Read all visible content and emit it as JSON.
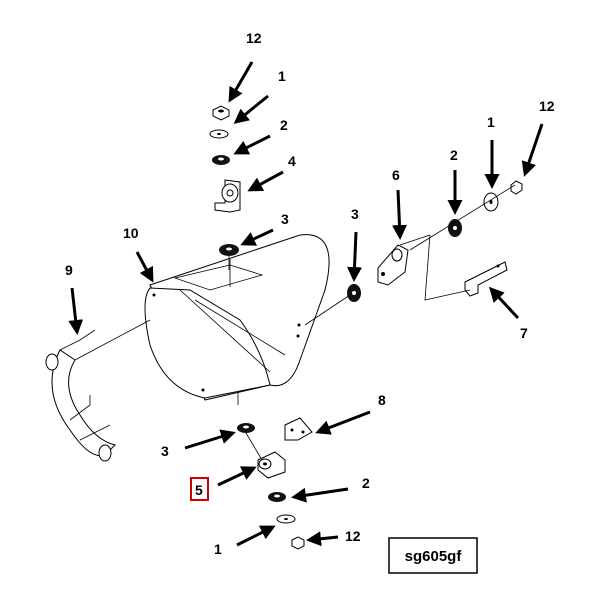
{
  "figure_code": "sg605gf",
  "highlighted_callout": "5",
  "colors": {
    "line": "#000000",
    "highlight": "#cc0000",
    "background": "#ffffff"
  },
  "callouts": {
    "c12_top": "12",
    "c1_top": "1",
    "c2_top": "2",
    "c4": "4",
    "c3_upper": "3",
    "c10": "10",
    "c9": "9",
    "c3_mid": "3",
    "c6": "6",
    "c2_right": "2",
    "c1_right": "1",
    "c12_right": "12",
    "c7": "7",
    "c8": "8",
    "c3_lower": "3",
    "c5": "5",
    "c2_lower": "2",
    "c1_lower": "1",
    "c12_lower": "12"
  }
}
